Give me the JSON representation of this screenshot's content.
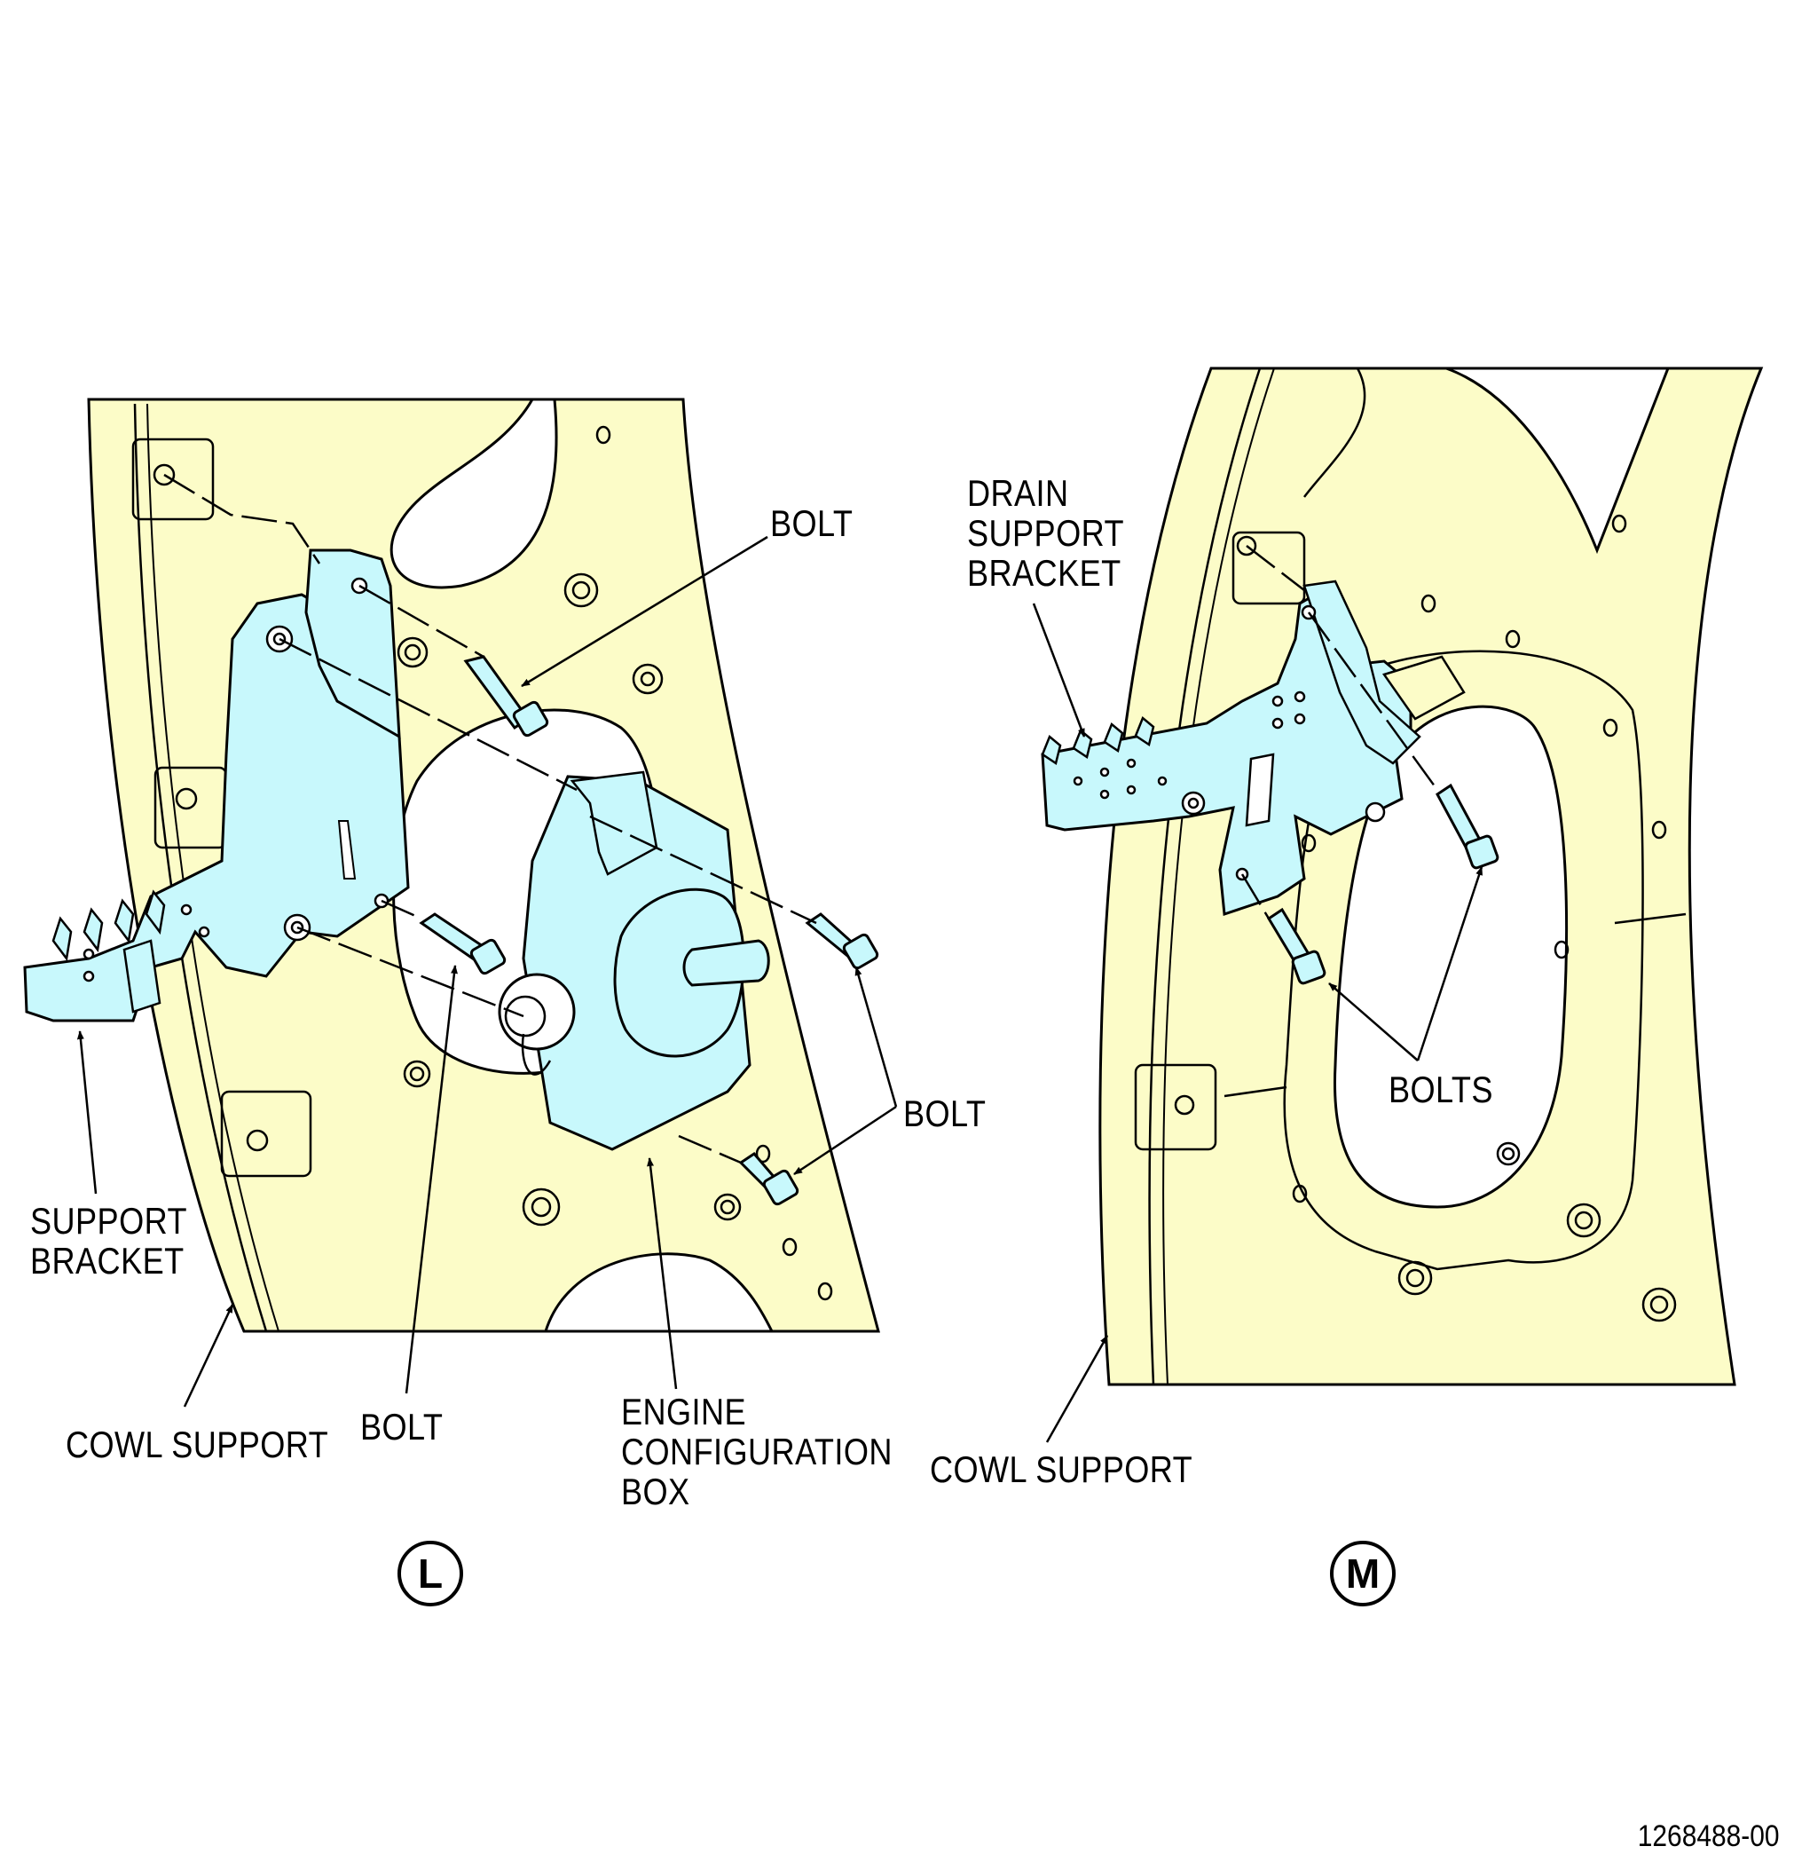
{
  "colors": {
    "cowl_fill": "#fcfcc8",
    "bracket_fill": "#c8f8fc",
    "stroke": "#000000",
    "background": "#ffffff"
  },
  "view_l": {
    "badge": "L",
    "labels": {
      "bolt_top": "BOLT",
      "bolt_right": "BOLT",
      "bolt_bottom": "BOLT",
      "support_bracket": [
        "SUPPORT",
        "BRACKET"
      ],
      "cowl_support": "COWL SUPPORT",
      "engine_configuration_box": [
        "ENGINE",
        "CONFIGURATION",
        "BOX"
      ]
    }
  },
  "view_m": {
    "badge": "M",
    "labels": {
      "drain_support_bracket": [
        "DRAIN",
        "SUPPORT",
        "BRACKET"
      ],
      "bolts": "BOLTS",
      "cowl_support": "COWL SUPPORT"
    }
  },
  "figure_number": "1268488-00"
}
